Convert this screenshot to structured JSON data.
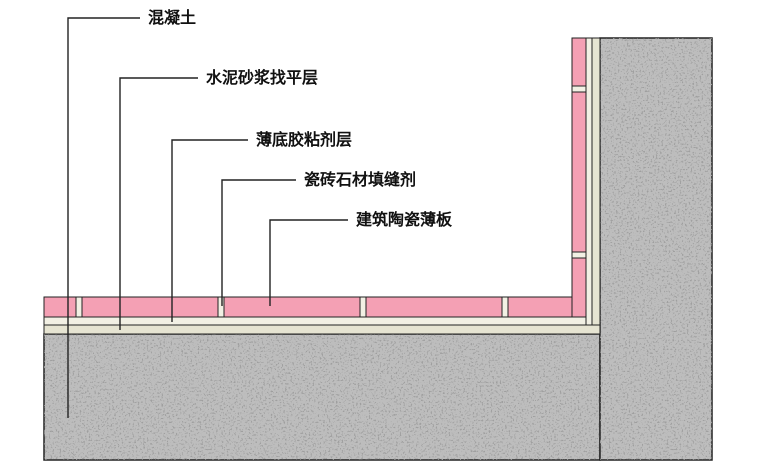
{
  "labels": [
    {
      "id": "concrete",
      "text": "混凝土"
    },
    {
      "id": "screed",
      "text": "水泥砂浆找平层"
    },
    {
      "id": "adhesive",
      "text": "薄底胶粘剂层"
    },
    {
      "id": "grout",
      "text": "瓷砖石材填缝剂"
    },
    {
      "id": "tile",
      "text": "建筑陶瓷薄板"
    }
  ],
  "colors": {
    "concrete": "#bdbdbd",
    "tile": "#f4a0b4",
    "screed": "#e6e4d2",
    "adhesive": "#f2f0e4",
    "line": "#222222"
  }
}
